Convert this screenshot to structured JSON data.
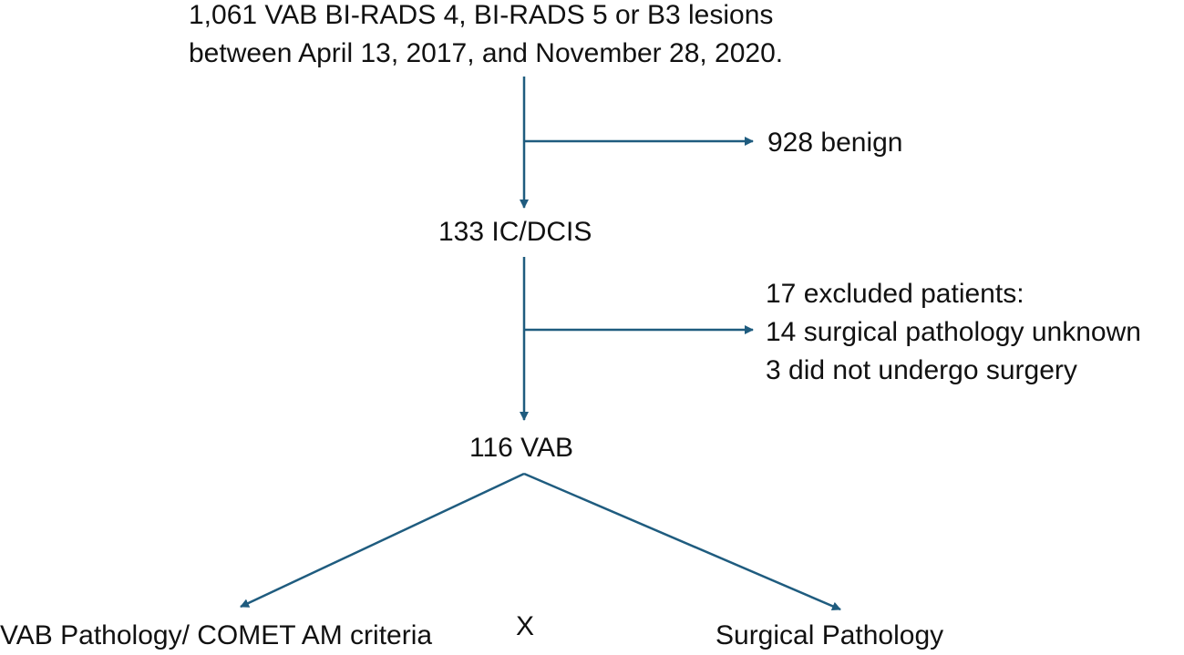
{
  "start": {
    "line1": "1,061 VAB BI-RADS 4, BI-RADS 5 or B3 lesions",
    "line2": "between April 13, 2017, and November 28, 2020."
  },
  "exclusion1": "928 benign",
  "step2": "133 IC/DCIS",
  "exclusion2": {
    "line1": "17 excluded patients:",
    "line2": "14 surgical pathology unknown",
    "line3": "3 did not undergo surgery"
  },
  "step3": "116 VAB",
  "outcome_left": "VAB Pathology/ COMET AM criteria",
  "comparison_mark": "X",
  "outcome_right": "Surgical Pathology",
  "colors": {
    "arrow": "#1f5c7f",
    "text": "#111111"
  }
}
